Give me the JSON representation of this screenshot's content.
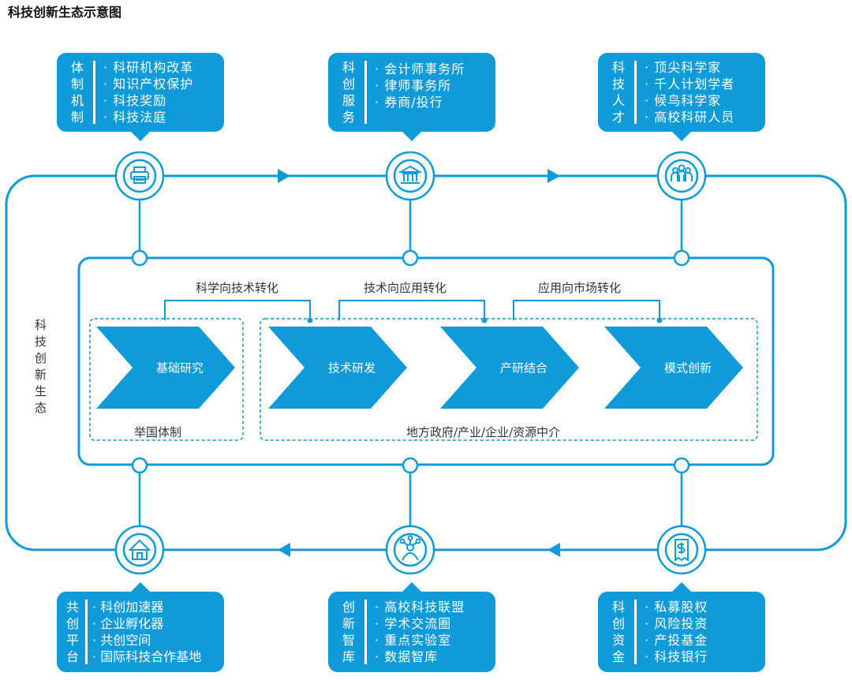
{
  "title": "科技创新生态示意图",
  "side_label": [
    "科",
    "技",
    "创",
    "新",
    "生",
    "态"
  ],
  "colors": {
    "primary": "#0f9ad9",
    "text": "#333333",
    "white": "#ffffff"
  },
  "callouts": {
    "top_left": {
      "label": [
        "体",
        "制",
        "机",
        "制"
      ],
      "items": [
        "科研机构改革",
        "知识产权保护",
        "科技奖励",
        "科技法庭"
      ]
    },
    "top_mid": {
      "label": [
        "科",
        "创",
        "服",
        "务"
      ],
      "items": [
        "会计师事务所",
        "律师事务所",
        "券商/投行"
      ]
    },
    "top_right": {
      "label": [
        "科",
        "技",
        "人",
        "才"
      ],
      "items": [
        "顶尖科学家",
        "千人计划学者",
        "候鸟科学家",
        "高校科研人员"
      ]
    },
    "bot_left": {
      "label": [
        "共",
        "创",
        "平",
        "台"
      ],
      "items": [
        "科创加速器",
        "企业孵化器",
        "共创空间",
        "国际科技合作基地"
      ]
    },
    "bot_mid": {
      "label": [
        "创",
        "新",
        "智",
        "库"
      ],
      "items": [
        "高校科技联盟",
        "学术交流圈",
        "重点实验室",
        "数据智库"
      ]
    },
    "bot_right": {
      "label": [
        "科",
        "创",
        "资",
        "金"
      ],
      "items": [
        "私募股权",
        "风险投资",
        "产投基金",
        "科技银行"
      ]
    }
  },
  "icons": {
    "top_left": "printer-icon",
    "top_mid": "bank-icon",
    "top_right": "people-icon",
    "bot_left": "house-icon",
    "bot_mid": "network-icon",
    "bot_right": "money-icon"
  },
  "transitions": [
    "科学向技术转化",
    "技术向应用转化",
    "应用向市场转化"
  ],
  "stages": [
    "基础研究",
    "技术研发",
    "产研结合",
    "模式创新"
  ],
  "groups": {
    "left": "举国体制",
    "right": "地方政府/产业/企业/资源中介"
  }
}
